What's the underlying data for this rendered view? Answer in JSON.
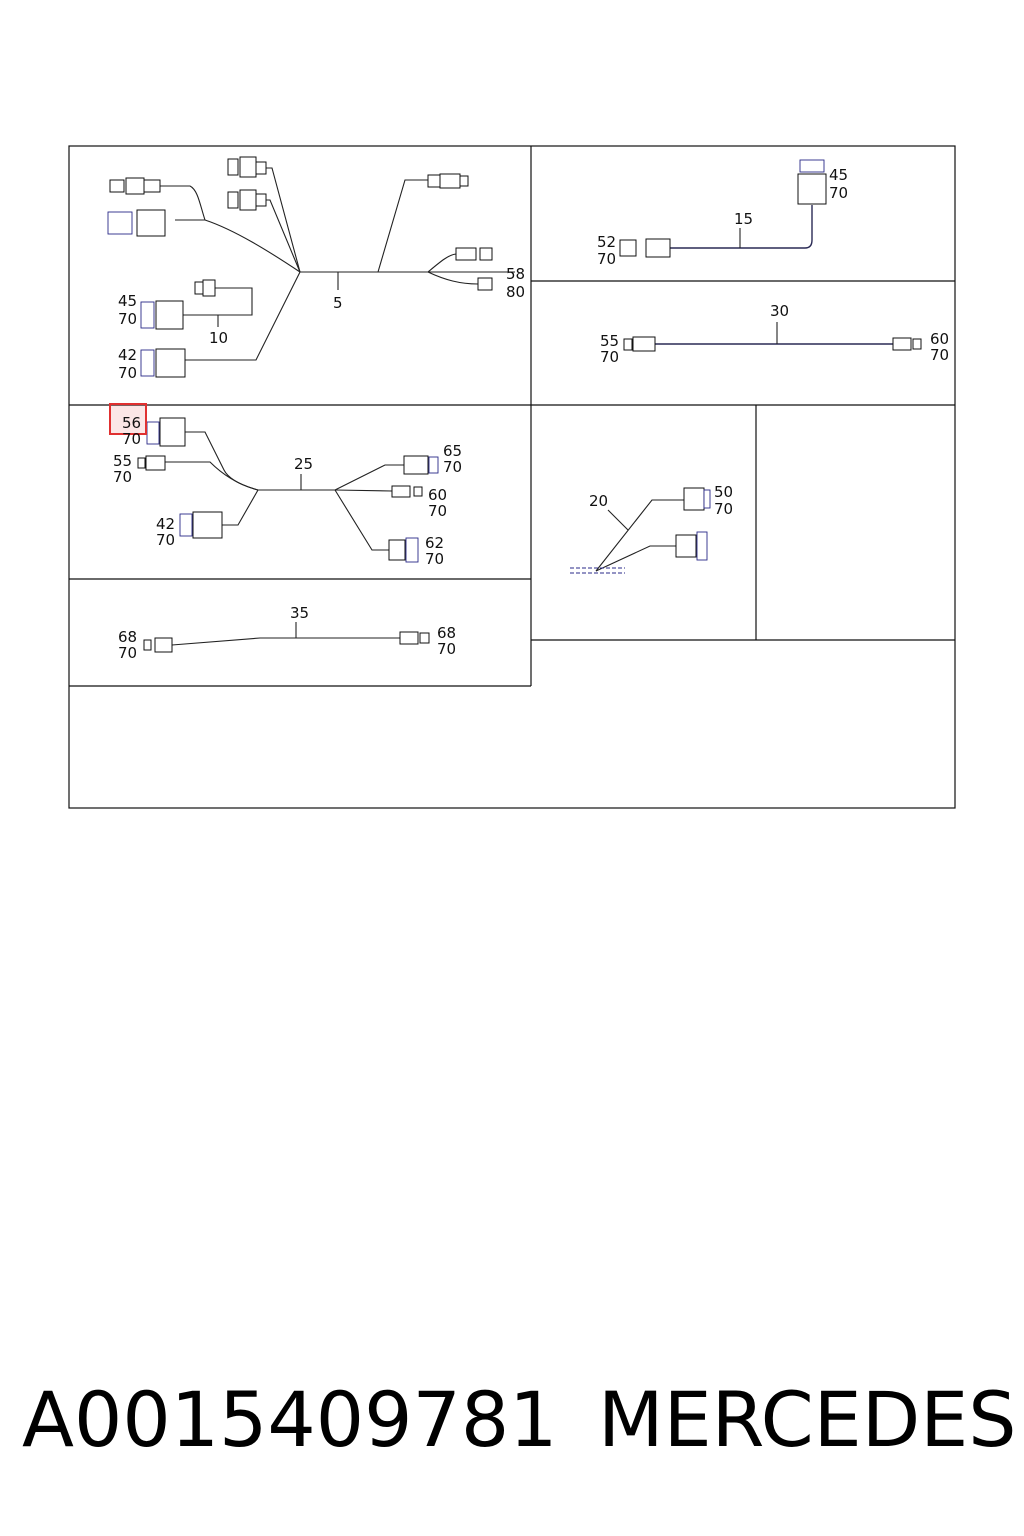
{
  "panels": {
    "harness_5": {
      "item": "5",
      "label_10": "10",
      "c_45": "45",
      "c_45b": "70",
      "c_42": "42",
      "c_42b": "70",
      "c_58": "58",
      "c_80": "80"
    },
    "harness_15": {
      "item": "15",
      "c_45": "45",
      "c_45b": "70",
      "c_52": "52",
      "c_52b": "70"
    },
    "harness_30": {
      "item": "30",
      "c_55": "55",
      "c_55b": "70",
      "c_60": "60",
      "c_60b": "70"
    },
    "harness_25": {
      "item": "25",
      "c_56": "56",
      "c_56b": "70",
      "c_55": "55",
      "c_55b": "70",
      "c_42": "42",
      "c_42b": "70",
      "c_65": "65",
      "c_65b": "70",
      "c_60": "60",
      "c_60b": "70",
      "c_62": "62",
      "c_62b": "70"
    },
    "harness_20": {
      "item": "20",
      "c_50": "50",
      "c_50b": "70"
    },
    "harness_35": {
      "item": "35",
      "c_68l": "68",
      "c_68lb": "70",
      "c_68r": "68",
      "c_68rb": "70"
    }
  },
  "highlight_color": "#e03030",
  "footer": {
    "part_number": "A0015409781",
    "brand": "MERCEDES"
  }
}
